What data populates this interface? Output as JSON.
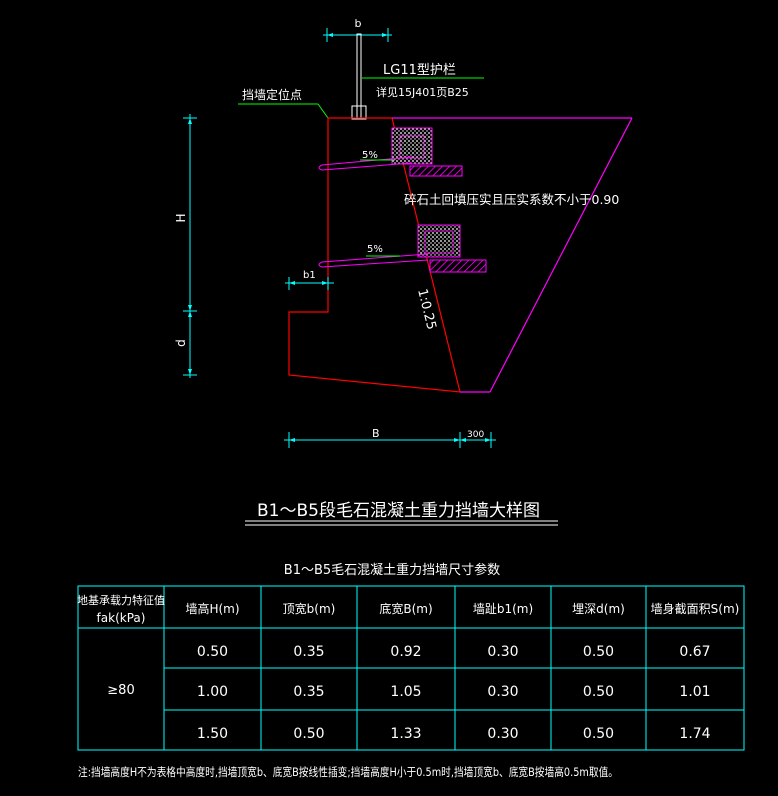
{
  "drawing": {
    "dim_top_b": "b",
    "railing_title": "LG11型护栏",
    "railing_ref": "详见15J401页B25",
    "locate_point": "挡墙定位点",
    "slope_upper": "5%",
    "slope_lower": "5%",
    "backfill_note": "碎石土回填压实且压实系数不小于0.90",
    "dim_H": "H",
    "dim_d": "d",
    "dim_b1": "b1",
    "batter": "1:0.25",
    "dim_B": "B",
    "dim_300": "300",
    "main_title": "B1～B5段毛石混凝土重力挡墙大样图",
    "colors": {
      "cyan": "#00ffff",
      "green": "#00ff00",
      "red": "#ff0000",
      "magenta": "#ff00ff",
      "white": "#ffffff"
    }
  },
  "table": {
    "title": "B1～B5毛石混凝土重力挡墙尺寸参数",
    "header_fak_line1": "地基承载力特征值",
    "header_fak_line2": "fak(kPa)",
    "headers": [
      "墙高H(m)",
      "顶宽b(m)",
      "底宽B(m)",
      "墙趾b1(m)",
      "埋深d(m)",
      "墙身截面积S(m)"
    ],
    "fak_value": "≥80",
    "rows": [
      [
        "0.50",
        "0.35",
        "0.92",
        "0.30",
        "0.50",
        "0.67"
      ],
      [
        "1.00",
        "0.35",
        "1.05",
        "0.30",
        "0.50",
        "1.01"
      ],
      [
        "1.50",
        "0.50",
        "1.33",
        "0.30",
        "0.50",
        "1.74"
      ]
    ]
  },
  "note": "注:挡墙高度H不为表格中高度时,挡墙顶宽b、底宽B按线性插变;挡墙高度H小于0.5m时,挡墙顶宽b、底宽B按墙高0.5m取值。"
}
